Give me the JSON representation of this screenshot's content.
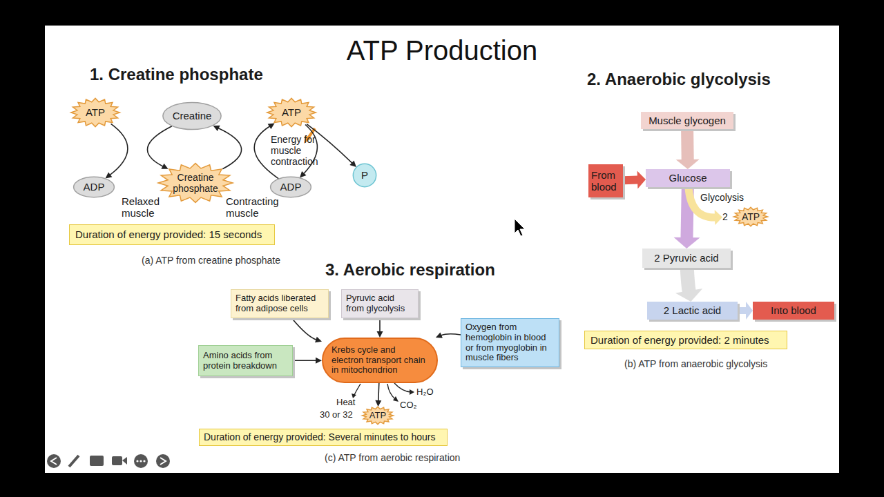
{
  "diagram": {
    "title": "ATP Production",
    "nodes": [
      {
        "text": [
          "ATP"
        ]
      },
      {
        "text": [
          "Creatine"
        ]
      },
      {
        "text": [
          "ATP"
        ]
      },
      {
        "text": [
          "ADP"
        ]
      },
      {
        "text": [
          "Creatine phosphate"
        ]
      },
      {
        "text": [
          "ADP"
        ]
      },
      {
        "text": [
          "P"
        ]
      },
      {
        "text": [
          "Duration of energy provided: 15 seconds"
        ]
      },
      {
        "text": [
          "Muscle glycogen"
        ]
      },
      {
        "text": [
          "From blood"
        ]
      },
      {
        "text": [
          "Glucose"
        ]
      },
      {
        "text": [
          "2",
          "ATP"
        ]
      },
      {
        "text": [
          "2 Pyruvic acid"
        ]
      },
      {
        "text": [
          "2 Lactic acid"
        ]
      },
      {
        "text": [
          "Into blood"
        ]
      },
      {
        "text": [
          "Duration of energy provided: 2 minutes"
        ]
      },
      {
        "text": [
          "Fatty acids liberated from adipose cells"
        ]
      },
      {
        "text": [
          "Pyruvic acid from glycolysis"
        ]
      },
      {
        "text": [
          "Amino acids from protein breakdown"
        ]
      },
      {
        "text": [
          "Krebs cycle and electron transport chain in mitochondrion"
        ]
      },
      {
        "text": [
          "Oxygen from hemoglobin in blood or from myoglobin in muscle fibers"
        ]
      },
      {
        "text": [
          "ATP"
        ]
      },
      {
        "text": [
          "Duration of energy provided: Several minutes to hours"
        ]
      }
    ],
    "edges": [
      {
        "from": 0,
        "to": 3,
        "arrow": "to"
      },
      {
        "from": 1,
        "to": 4,
        "arrow": "to"
      },
      {
        "from": 4,
        "to": 1,
        "arrow": "to"
      },
      {
        "from": 5,
        "to": 2,
        "arrow": "to"
      },
      {
        "from": 2,
        "to": 5,
        "arrow": "to"
      },
      {
        "from": 2,
        "to": 6,
        "arrow": "to"
      },
      {
        "from": 8,
        "to": 10,
        "arrow": "to"
      },
      {
        "from": 9,
        "to": 10,
        "arrow": "to"
      },
      {
        "from": 10,
        "to": 12,
        "arrow": "to"
      },
      {
        "from": 10,
        "to": 11,
        "arrow": "to"
      },
      {
        "from": 12,
        "to": 13,
        "arrow": "to"
      },
      {
        "from": 13,
        "to": 14,
        "arrow": "to"
      },
      {
        "from": 16,
        "to": 19,
        "arrow": "to"
      },
      {
        "from": 17,
        "to": 19,
        "arrow": "to"
      },
      {
        "from": 20,
        "to": 19,
        "arrow": "to"
      },
      {
        "from": 18,
        "to": 19,
        "arrow": "to"
      },
      {
        "from": 19,
        "to": 21,
        "arrow": "to"
      }
    ],
    "labels": [
      "1. Creatine phosphate",
      "Relaxed muscle",
      "Contracting muscle",
      "Energy for muscle contraction",
      "(a) ATP from creatine phosphate",
      "2. Anaerobic glycolysis",
      "Glycolysis",
      "(b) ATP from anaerobic glycolysis",
      "3. Aerobic respiration",
      "Heat",
      "30 or 32",
      "H₂O",
      "CO₂",
      "(c) ATP from aerobic respiration"
    ]
  }
}
